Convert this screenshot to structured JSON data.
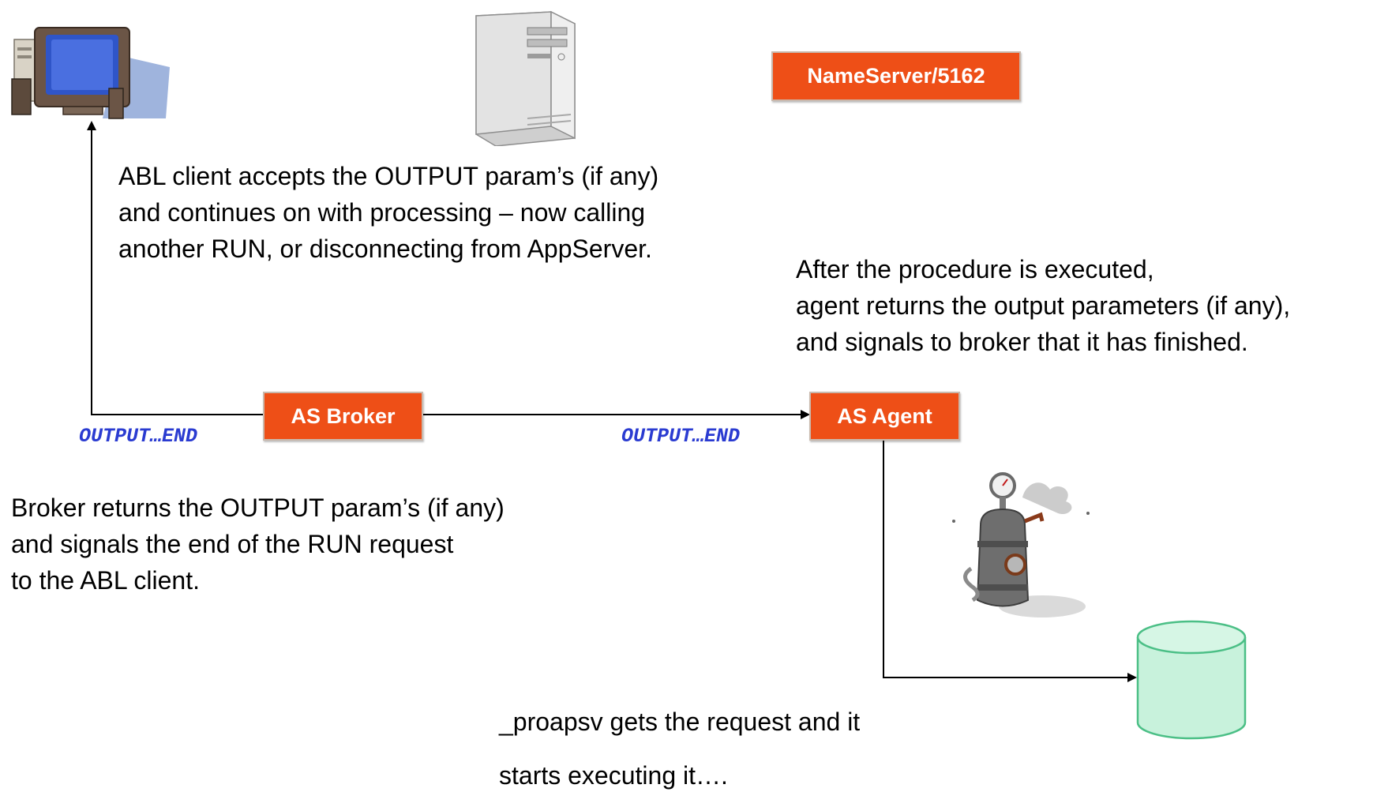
{
  "boxes": {
    "nameserver": "NameServer/5162",
    "broker": "AS Broker",
    "agent": "AS Agent"
  },
  "messages": {
    "client_broker": "OUTPUT…END",
    "broker_agent": "OUTPUT…END"
  },
  "notes": {
    "client": [
      "ABL client accepts the OUTPUT param’s (if any)",
      "and continues on with processing – now calling",
      "another RUN, or disconnecting from AppServer."
    ],
    "agent": [
      "After the procedure is executed,",
      "agent returns the output parameters (if any),",
      "and signals to broker that it has finished."
    ],
    "broker": [
      "Broker returns the OUTPUT param’s (if any)",
      "and signals the end of the RUN request",
      "to the ABL client."
    ],
    "proapsv": [
      "_proapsv gets the request and it",
      "starts executing it…."
    ]
  },
  "icons": {
    "client": "client-computer-icon",
    "server": "server-tower-icon",
    "engine": "steam-engine-icon",
    "database": "database-icon"
  },
  "colors": {
    "box_fill": "#ee4f17",
    "box_text": "#ffffff",
    "message_text": "#2a3bd1",
    "database_fill": "#c8f2dc",
    "database_stroke": "#4bbf86"
  }
}
